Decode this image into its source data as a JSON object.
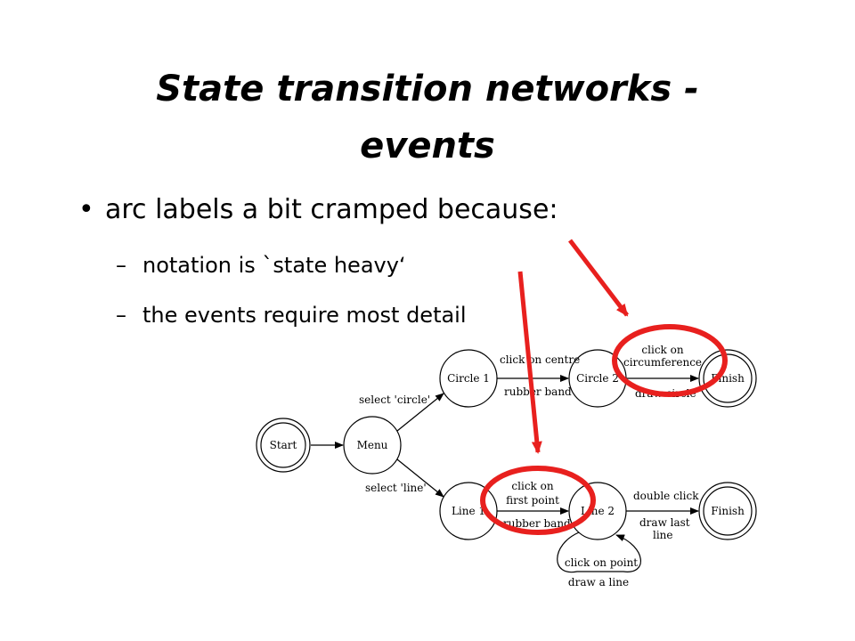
{
  "slide": {
    "title_line1": "State transition networks -",
    "title_line2": "events",
    "bullet": "arc labels a bit cramped because:",
    "sub_bullets": [
      "notation is `state heavy‘",
      "the events require most detail"
    ]
  },
  "diagram": {
    "states": {
      "start": "Start",
      "menu": "Menu",
      "circle1": "Circle 1",
      "circle2": "Circle 2",
      "finish_top": "Finish",
      "line1": "Line 1",
      "line2": "Line 2",
      "finish_bottom": "Finish"
    },
    "labels": {
      "select_circle": "select 'circle'",
      "select_line": "select 'line'",
      "click_on_centre": "click on centre",
      "rubber_band_top": "rubber band",
      "click_on_circumference_1": "click on",
      "click_on_circumference_2": "circumference",
      "draw_circle": "draw circle",
      "click_on_first_point_1": "click on",
      "click_on_first_point_2": "first point",
      "rubber_band_bottom": "rubber band",
      "double_click": "double click",
      "draw_last_line_1": "draw last",
      "draw_last_line_2": "line",
      "click_on_point": "click on point",
      "draw_a_line": "draw a line"
    },
    "annotation_color": "#e8201e"
  }
}
